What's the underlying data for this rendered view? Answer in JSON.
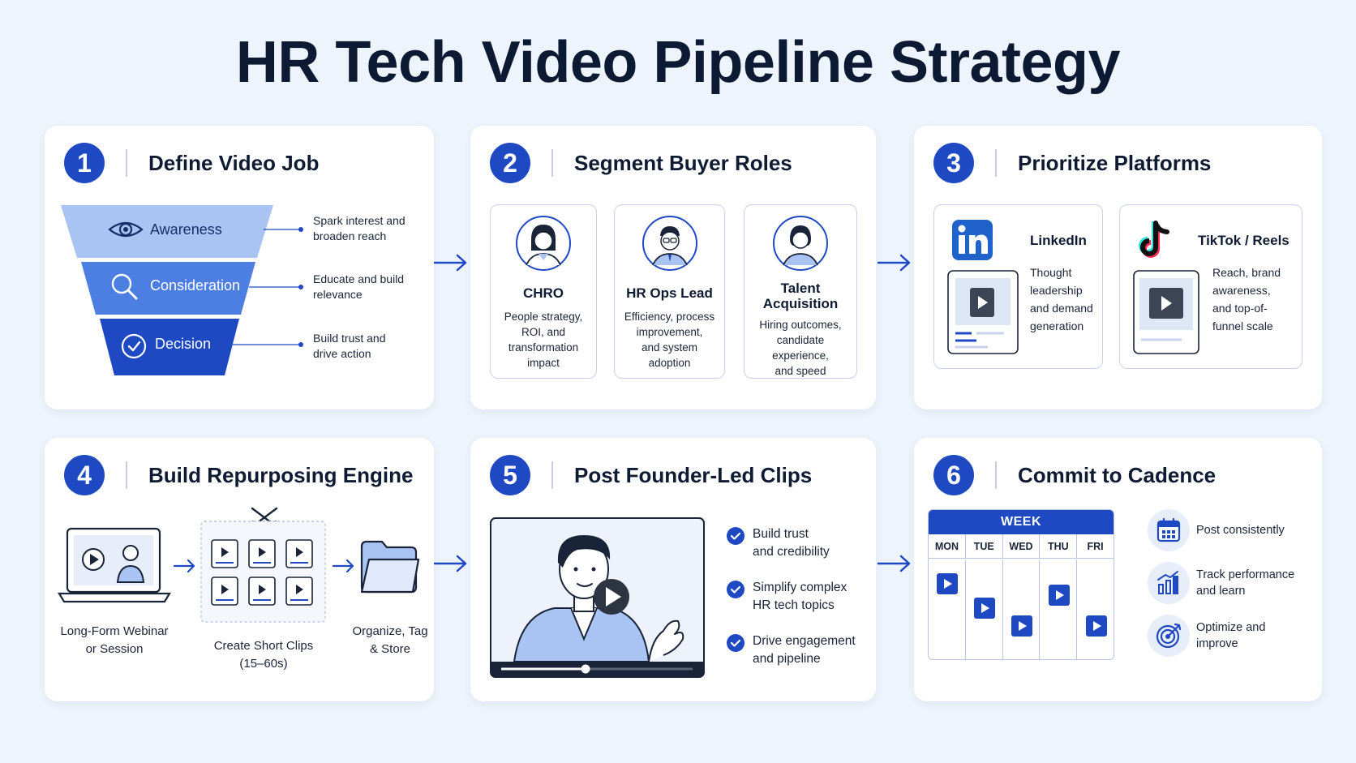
{
  "title": "HR Tech Video Pipeline Strategy",
  "steps": [
    {
      "number": "1",
      "title": "Define Video Job",
      "funnel": [
        {
          "label": "Awareness",
          "note_l1": "Spark interest and",
          "note_l2": "broaden reach"
        },
        {
          "label": "Consideration",
          "note_l1": "Educate and build",
          "note_l2": "relevance"
        },
        {
          "label": "Decision",
          "note_l1": "Build trust and",
          "note_l2": "drive action"
        }
      ]
    },
    {
      "number": "2",
      "title": "Segment Buyer Roles",
      "roles": [
        {
          "name_l1": "CHRO",
          "name_l2": "",
          "desc": [
            "People strategy,",
            "ROI, and",
            "transformation",
            "impact"
          ]
        },
        {
          "name_l1": "HR Ops Lead",
          "name_l2": "",
          "desc": [
            "Efficiency, process",
            "improvement,",
            "and system",
            "adoption"
          ]
        },
        {
          "name_l1": "Talent",
          "name_l2": "Acquisition",
          "desc": [
            "Hiring outcomes,",
            "candidate",
            "experience,",
            "and speed"
          ]
        }
      ]
    },
    {
      "number": "3",
      "title": "Prioritize Platforms",
      "platforms": [
        {
          "name": "LinkedIn",
          "desc": [
            "Thought",
            "leadership",
            "and demand",
            "generation"
          ]
        },
        {
          "name": "TikTok / Reels",
          "desc": [
            "Reach, brand",
            "awareness,",
            "and top-of-",
            "funnel scale"
          ]
        }
      ]
    },
    {
      "number": "4",
      "title": "Build Repurposing Engine",
      "stages": [
        {
          "l1": "Long-Form Webinar",
          "l2": "or Session"
        },
        {
          "l1": "Create Short Clips",
          "l2": "(15–60s)"
        },
        {
          "l1": "Organize, Tag",
          "l2": "& Store"
        }
      ]
    },
    {
      "number": "5",
      "title": "Post Founder-Led Clips",
      "benefits": [
        {
          "l1": "Build trust",
          "l2": "and credibility"
        },
        {
          "l1": "Simplify complex",
          "l2": "HR tech topics"
        },
        {
          "l1": "Drive engagement",
          "l2": "and pipeline"
        }
      ]
    },
    {
      "number": "6",
      "title": "Commit to Cadence",
      "calendar_header": "WEEK",
      "days": [
        "MON",
        "TUE",
        "WED",
        "THU",
        "FRI"
      ],
      "actions": [
        {
          "l1": "Post consistently",
          "l2": ""
        },
        {
          "l1": "Track performance",
          "l2": "and learn"
        },
        {
          "l1": "Optimize and",
          "l2": "improve"
        }
      ]
    }
  ],
  "colors": {
    "accent": "#1f49c2",
    "background": "#eef4fc",
    "light_blue": "#a9c3f3"
  },
  "icons": [
    "eye-icon",
    "magnifier-icon",
    "check-circle-icon",
    "person-avatar-icon",
    "linkedin-logo-icon",
    "tiktok-logo-icon",
    "play-icon",
    "laptop-icon",
    "scissors-icon",
    "folder-icon",
    "calendar-icon",
    "bar-chart-icon",
    "target-icon",
    "arrow-right-icon"
  ]
}
